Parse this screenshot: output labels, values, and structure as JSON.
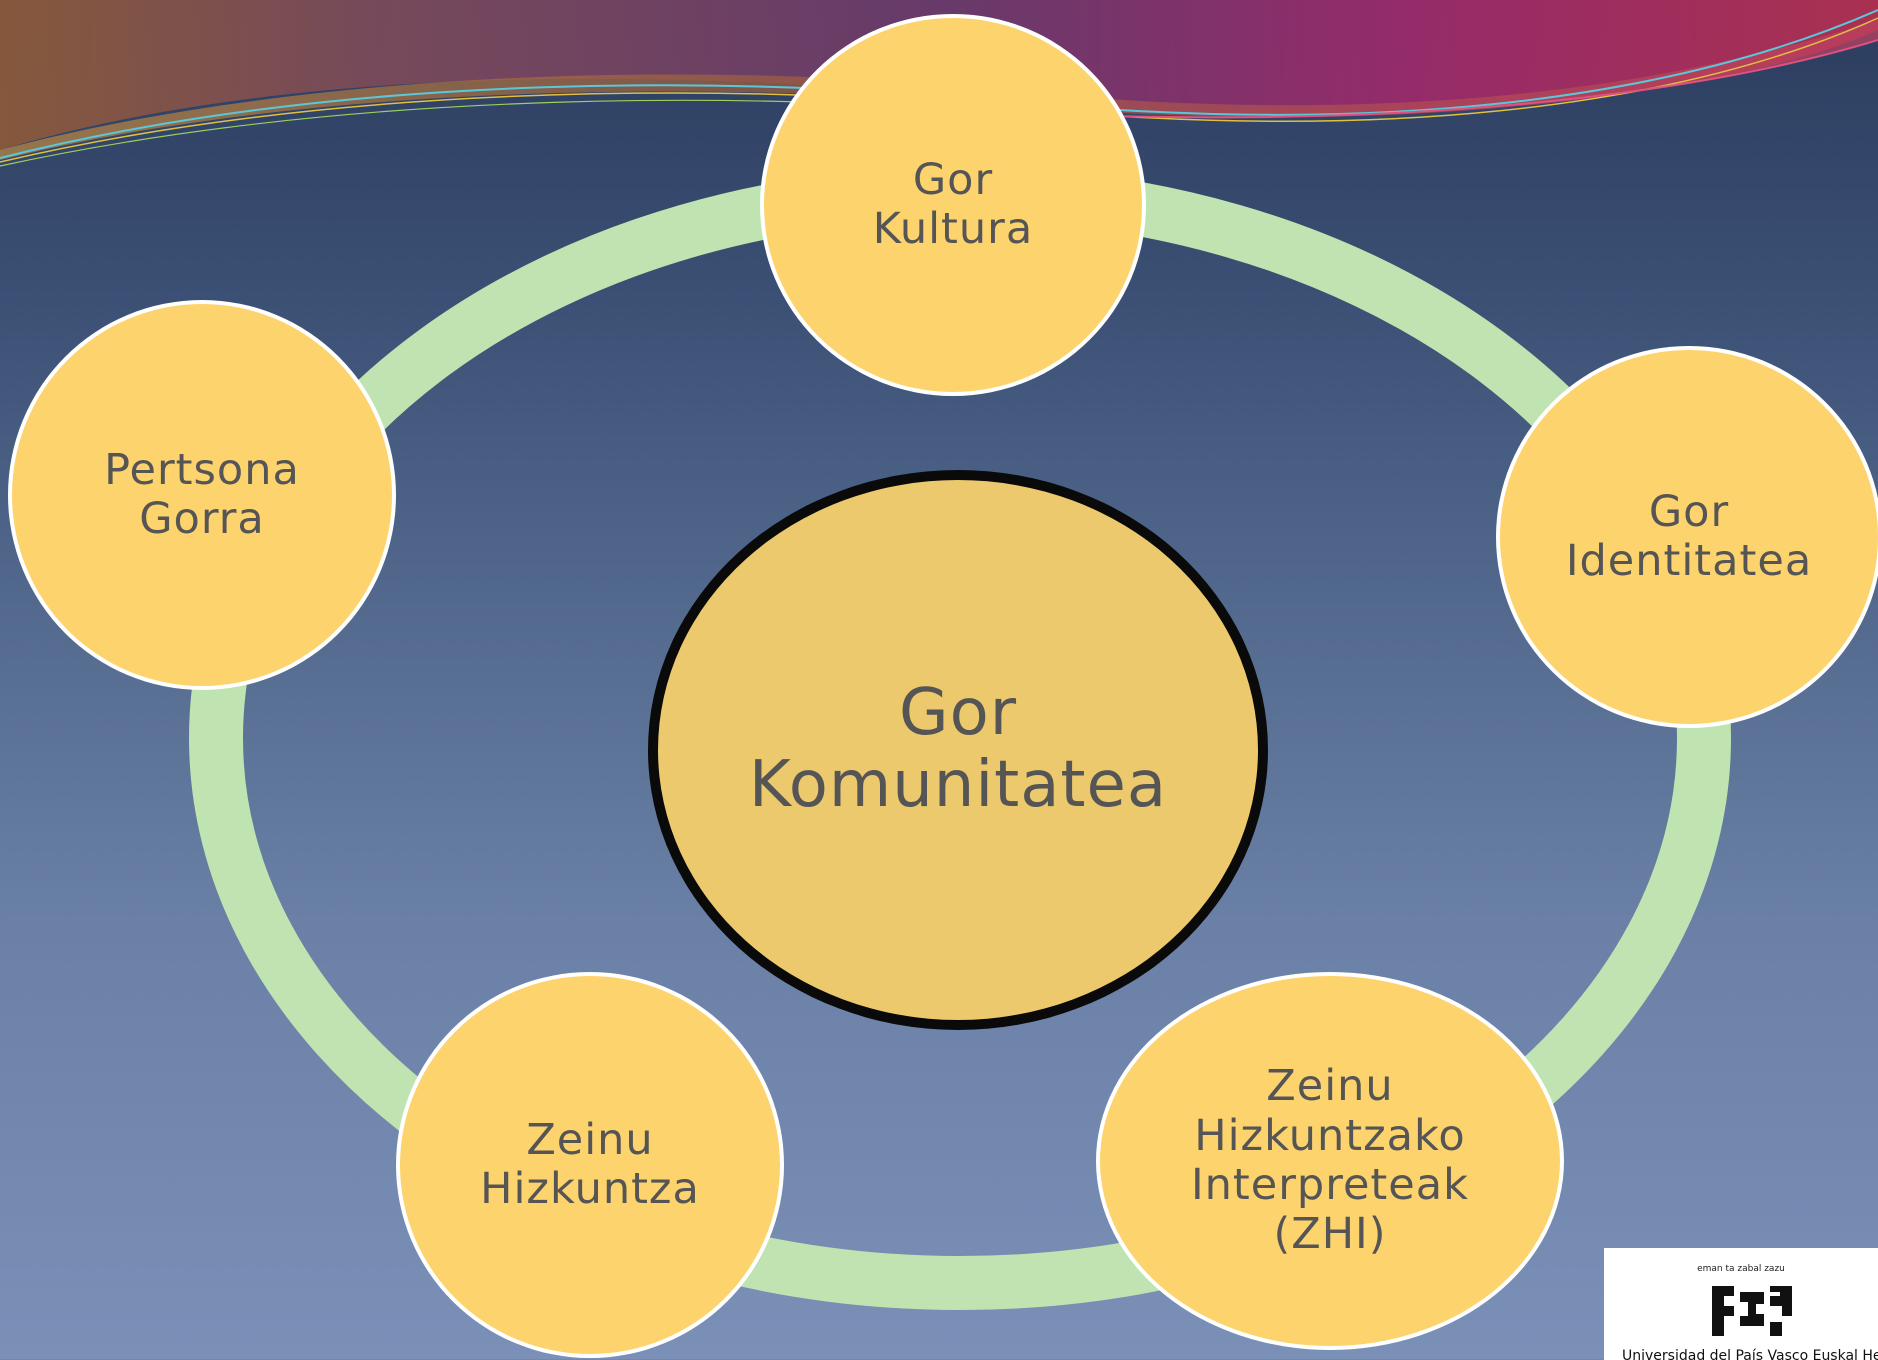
{
  "diagram": {
    "center": {
      "label": "Gor\nKomunitatea"
    },
    "nodes": [
      {
        "id": "gor-kultura",
        "label": "Gor\nKultura"
      },
      {
        "id": "gor-identitatea",
        "label": "Gor\nIdentitatea"
      },
      {
        "id": "zhi",
        "label": "Zeinu\nHizkuntzako\nInterpreteak\n(ZHI)"
      },
      {
        "id": "zeinu-hizkuntza",
        "label": "Zeinu\nHizkuntza"
      },
      {
        "id": "pertsona-gorra",
        "label": "Pertsona\nGorra"
      }
    ]
  },
  "colors": {
    "node_fill": "#fdd36e",
    "center_fill": "#ecc96c",
    "ring": "#bfe4b1",
    "text": "#555555",
    "background_top": "#2b3c5e",
    "background_bottom": "#7a90b7"
  },
  "logo": {
    "motto": "eman ta zabal zazu",
    "text": "Universidad del País Vasco  Euskal Herriko Unibertsitatea"
  }
}
